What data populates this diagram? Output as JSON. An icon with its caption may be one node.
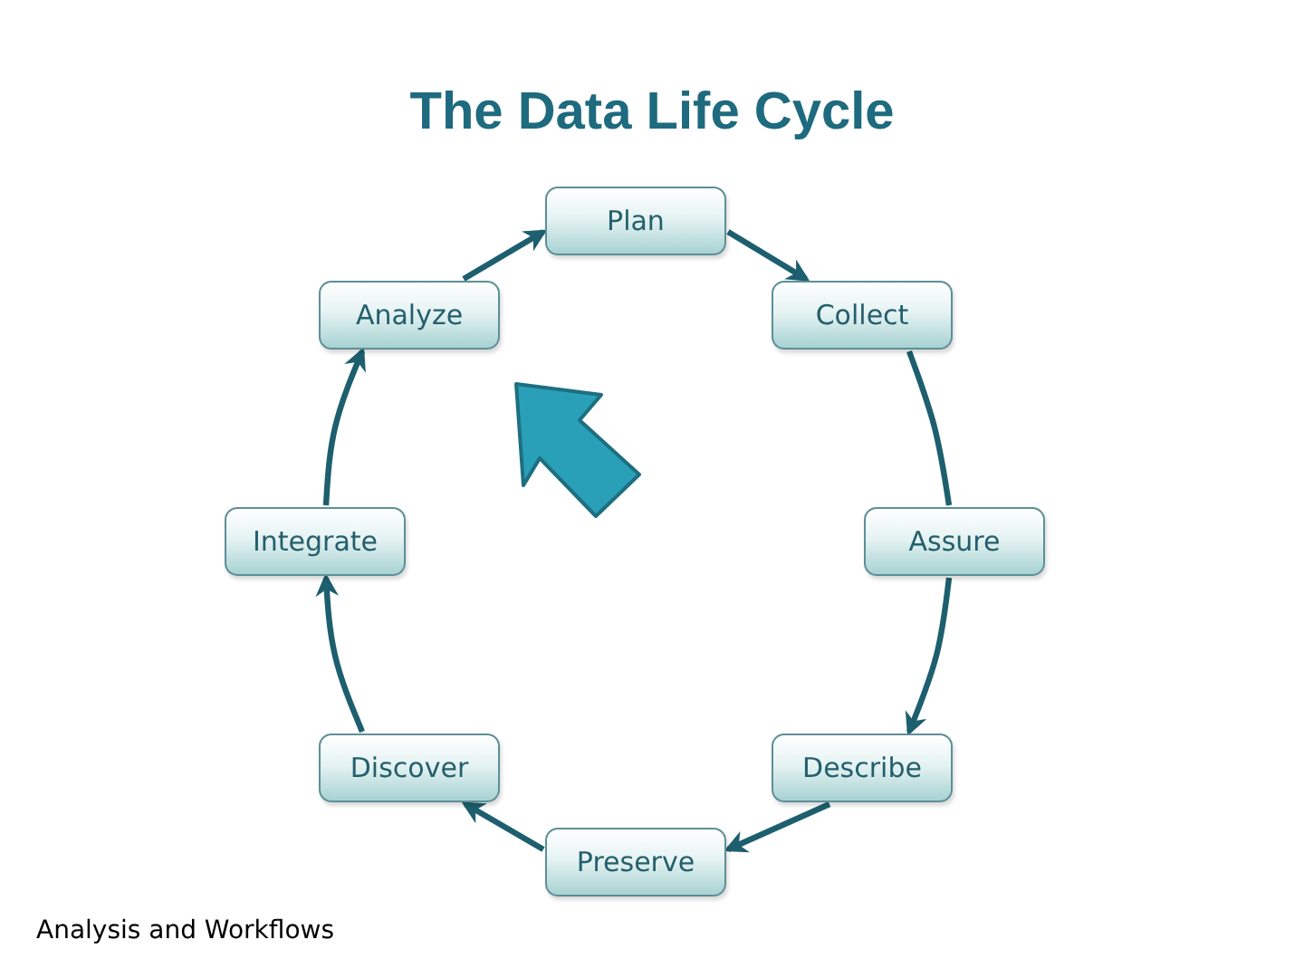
{
  "diagram": {
    "title": "The Data Life Cycle",
    "nodes": [
      {
        "text": [
          "Plan"
        ]
      },
      {
        "text": [
          "Analyze"
        ]
      },
      {
        "text": [
          "Collect"
        ]
      },
      {
        "text": [
          "Integrate"
        ]
      },
      {
        "text": [
          "Assure"
        ]
      },
      {
        "text": [
          "Discover"
        ]
      },
      {
        "text": [
          "Describe"
        ]
      },
      {
        "text": [
          "Preserve"
        ]
      }
    ],
    "edges": [
      {
        "from": 0,
        "to": 2,
        "arrow": "to"
      },
      {
        "from": 2,
        "to": 4,
        "arrow": "none"
      },
      {
        "from": 4,
        "to": 6,
        "arrow": "to"
      },
      {
        "from": 6,
        "to": 7,
        "arrow": "to"
      },
      {
        "from": 7,
        "to": 5,
        "arrow": "to"
      },
      {
        "from": 5,
        "to": 3,
        "arrow": "to"
      },
      {
        "from": 3,
        "to": 1,
        "arrow": "to"
      },
      {
        "from": 1,
        "to": 0,
        "arrow": "to"
      }
    ],
    "labels": [
      "Analysis and Workflows"
    ]
  }
}
